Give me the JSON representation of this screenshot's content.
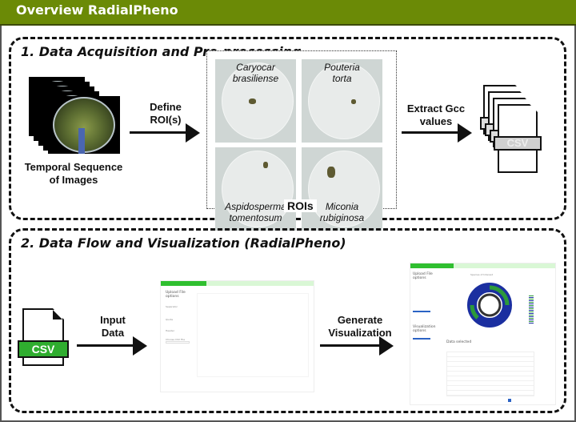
{
  "header": {
    "title": "Overview RadialPheno"
  },
  "section1": {
    "title": "1. Data Acquisition and Pre-processing",
    "image_stack_label": [
      "Temporal Sequence",
      "of Images"
    ],
    "arrow1_label": [
      "Define",
      "ROI(s)"
    ],
    "rois": [
      {
        "species": [
          "Caryocar",
          "brasiliense"
        ],
        "label_position": "top"
      },
      {
        "species": [
          "Pouteria",
          "torta"
        ],
        "label_position": "top"
      },
      {
        "species": [
          "Aspidosperma",
          "tomentosum"
        ],
        "label_position": "bottom"
      },
      {
        "species": [
          "Miconia",
          "rubiginosa"
        ],
        "label_position": "bottom"
      }
    ],
    "roi_caption": "ROIs",
    "arrow2_label": [
      "Extract Gcc",
      "values"
    ],
    "output_file_label": "CSV"
  },
  "section2": {
    "title": "2. Data Flow and Visualization (RadialPheno)",
    "input_file_label": "CSV",
    "arrow1_label": [
      "Input",
      "Data"
    ],
    "arrow2_label": [
      "Generate",
      "Visualization"
    ],
    "app_before": {
      "sidebar_title": [
        "Upload File",
        "options"
      ],
      "sections": [
        "Separator",
        "Quote",
        "Header",
        "Choose CSV File"
      ]
    },
    "app_after": {
      "sidebar_title": [
        "Upload File",
        "options"
      ],
      "viz_title": [
        "Visualization",
        "options"
      ],
      "chart_title": "Species of Interest",
      "table_title": "Data selected"
    }
  },
  "colors": {
    "header_bg": "#6b8a06",
    "csv_green": "#2fad2f",
    "csv_gray": "#d0d0d0",
    "app_green": "#2fbf2f",
    "donut_blue": "#1b2fa0",
    "donut_green": "#2c9a3a"
  }
}
